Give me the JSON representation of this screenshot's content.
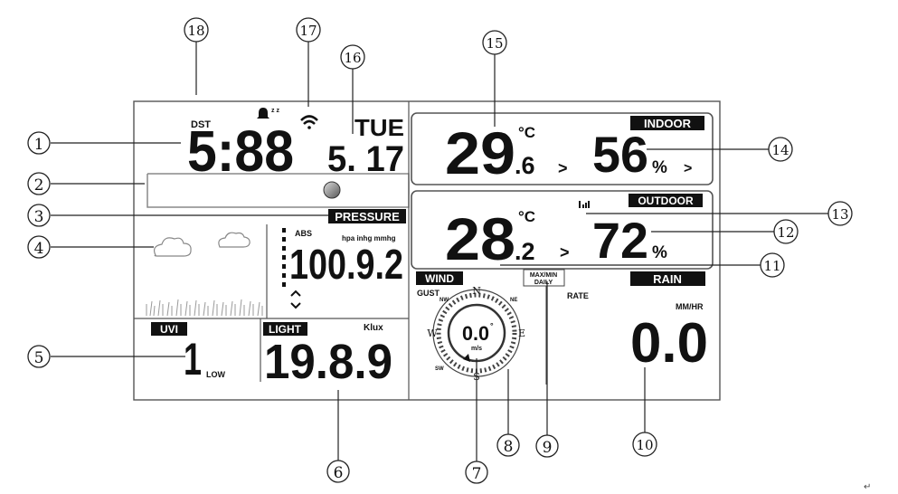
{
  "time": {
    "dst": "DST",
    "value": "5:88",
    "weekday": "TUE",
    "date": "5. 17"
  },
  "indoor": {
    "label": "INDOOR",
    "temp_main": "29",
    "temp_dec": ".6",
    "temp_unit": "°C",
    "humidity": "56",
    "humidity_unit": "%",
    "arrow": ">"
  },
  "pressure": {
    "label": "PRESSURE",
    "abs": "ABS",
    "units": "hpa inhg mmhg",
    "value": "100.9.2"
  },
  "outdoor": {
    "label": "OUTDOOR",
    "temp_main": "28",
    "temp_dec": ".2",
    "temp_unit": "°C",
    "humidity": "72",
    "humidity_unit": "%",
    "arrow": ">"
  },
  "uvi": {
    "label": "UVI",
    "value": "1",
    "level": "LOW"
  },
  "light": {
    "label": "LIGHT",
    "unit": "Klux",
    "value": "19.8.9"
  },
  "wind": {
    "label": "WIND",
    "gust": "GUST",
    "value": "0.0",
    "unit": "m/s",
    "degree": "°",
    "compass": {
      "n": "N",
      "s": "S",
      "e": "E",
      "w": "W",
      "nw": "NW",
      "ne": "NE",
      "sw": "SW"
    }
  },
  "maxmin": {
    "line1": "MAX/MIN",
    "line2": "DAILY"
  },
  "rain": {
    "label": "RAIN",
    "rate": "RATE",
    "unit": "MM/HR",
    "value": "0.0"
  },
  "callouts": [
    "1",
    "2",
    "3",
    "4",
    "5",
    "6",
    "7",
    "8",
    "9",
    "10",
    "11",
    "12",
    "13",
    "14",
    "15",
    "16",
    "17",
    "18"
  ],
  "corner_mark": "↵"
}
